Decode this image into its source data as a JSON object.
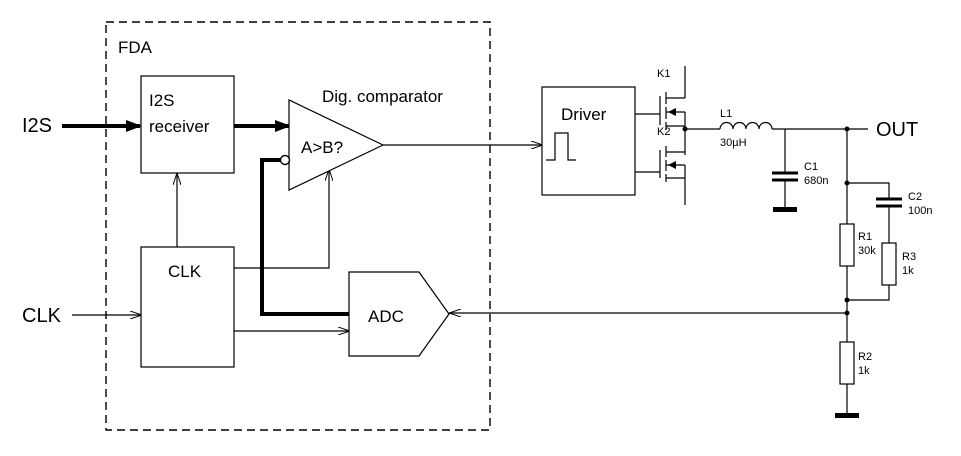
{
  "fda": {
    "label": "FDA"
  },
  "inputs": {
    "i2s": "I2S",
    "clk": "CLK"
  },
  "blocks": {
    "i2s_receiver": {
      "line1": "I2S",
      "line2": "receiver"
    },
    "clk": "CLK",
    "comparator": {
      "title": "Dig. comparator",
      "label": "A>B?"
    },
    "adc": "ADC",
    "driver": "Driver"
  },
  "output": "OUT",
  "components": {
    "k1": {
      "name": "K1"
    },
    "k2": {
      "name": "K2"
    },
    "l1": {
      "name": "L1",
      "value": "30µH"
    },
    "c1": {
      "name": "C1",
      "value": "680n"
    },
    "c2": {
      "name": "C2",
      "value": "100n"
    },
    "r1": {
      "name": "R1",
      "value": "30k"
    },
    "r2": {
      "name": "R2",
      "value": "1k"
    },
    "r3": {
      "name": "R3",
      "value": "1k"
    }
  }
}
